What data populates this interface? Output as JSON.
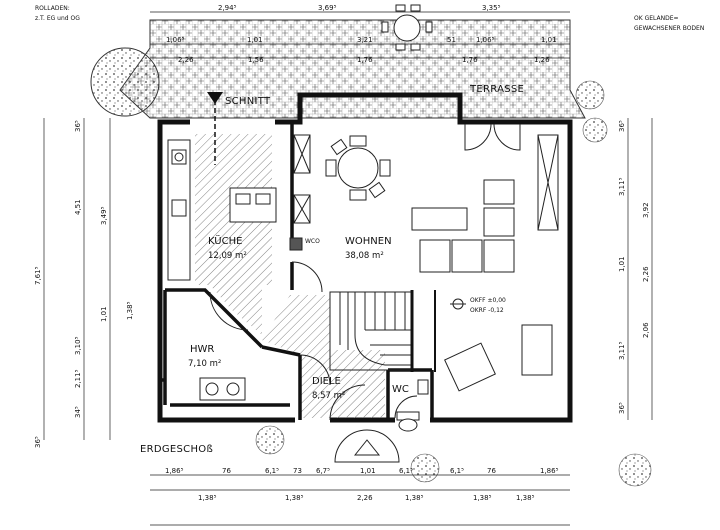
{
  "header": {
    "rollladen_note": [
      "ROLLADEN:",
      "z.T. EG und OG"
    ],
    "gelaende_note": [
      "OK GELANDE=",
      "GEWACHSENER BODEN"
    ]
  },
  "labels": {
    "schnitt": "SCHNITT",
    "terrasse": "TERRASSE",
    "floor_name": "ERDGESCHOß",
    "wc_wall": "WCO"
  },
  "rooms": [
    {
      "name": "KÜCHE",
      "area": "12,09 m²"
    },
    {
      "name": "WOHNEN",
      "area": "38,08 m²"
    },
    {
      "name": "HWR",
      "area": "7,10 m²"
    },
    {
      "name": "DIELE",
      "area": "8,57 m²"
    },
    {
      "name": "WC",
      "area": ""
    }
  ],
  "levels": [
    "OKFF ±0,00",
    "OKRF -0,12"
  ],
  "dimensions": {
    "top_row1": [
      "2,94⁵",
      "3,69⁵",
      "3,35⁵"
    ],
    "top_row2": [
      "1,06⁵",
      "1,01",
      "3,21",
      "51",
      "1,06⁵",
      "1,01"
    ],
    "top_row3": [
      "2,26",
      "1,56",
      "1,76",
      "1,76",
      "1,26"
    ],
    "left_outer": [
      "4,51",
      "7,61⁵"
    ],
    "left_inner": [
      "3,49⁵",
      "1,01",
      "1,38⁵",
      "3,10⁵",
      "2,11⁵",
      "34⁵",
      "36⁵",
      "36⁵"
    ],
    "right_outer": [
      "3,11⁵",
      "1,01",
      "3,11⁵",
      "36⁵",
      "36⁵"
    ],
    "right_inner": [
      "3,92",
      "2,26",
      "2,06"
    ],
    "bottom_row1": [
      "1,86⁵",
      "76",
      "6,1⁵",
      "73",
      "6,7⁵",
      "1,01",
      "6,1⁵",
      "6,1⁵",
      "76",
      "1,86⁵"
    ],
    "bottom_row2": [
      "1,38⁵",
      "1,38⁵",
      "2,26",
      "1,38⁵",
      "1,38⁵",
      "1,38⁵"
    ]
  }
}
